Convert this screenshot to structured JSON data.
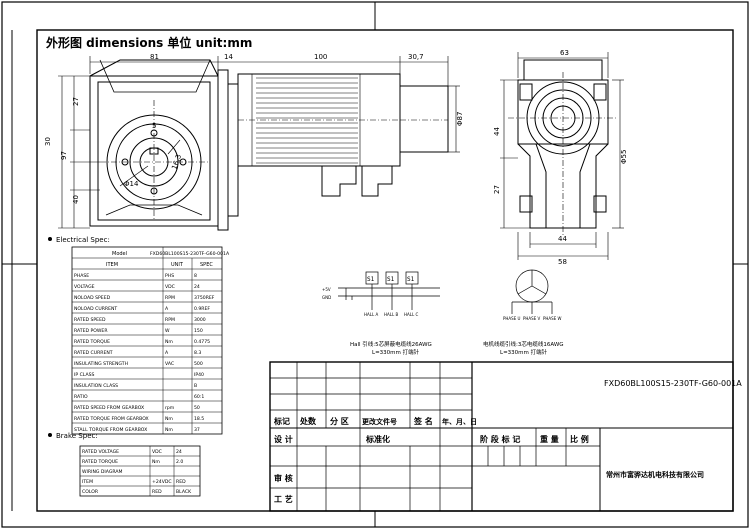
{
  "title": "外形图 dimensions  单位 unit:mm",
  "dims": {
    "side_width": "81",
    "side_14": "14",
    "motor_len": "100",
    "connector": "30,7",
    "front_width": "63",
    "h27": "27",
    "h30": "30",
    "h97": "97",
    "h40": "40",
    "bolt_d": "Φ14",
    "key_h": "16,3",
    "key_w": "5",
    "motor_d": "Φ87",
    "f44": "44",
    "f27": "27",
    "f55": "Φ55",
    "bottom44": "44",
    "bottom58": "58"
  },
  "electrical": {
    "heading": "Electrical Spec:",
    "model_label": "Model",
    "model_value": "FXD60BL100S15-230TF-G60-001A",
    "headers": [
      "ITEM",
      "UNIT",
      "SPEC"
    ],
    "rows": [
      [
        "PHASE",
        "PHS",
        "8"
      ],
      [
        "VOLTAGE",
        "VDC",
        "24"
      ],
      [
        "NOLOAD SPEED",
        "RPM",
        "3750REF"
      ],
      [
        "NOLOAD CURRENT",
        "A",
        "0.9REF"
      ],
      [
        "RATED SPEED",
        "RPM",
        "3000"
      ],
      [
        "RATED POWER",
        "W",
        "150"
      ],
      [
        "RATED TORQUE",
        "Nm",
        "0.4775"
      ],
      [
        "RATED CURRENT",
        "A",
        "8.3"
      ],
      [
        "INSULATING STRENGTH",
        "VAC",
        "500"
      ],
      [
        "IP CLASS",
        "",
        "IP40"
      ],
      [
        "INSULATION CLASS",
        "",
        "B"
      ],
      [
        "RATIO",
        "",
        "60:1"
      ],
      [
        "RATED SPEED FROM GEARBOX",
        "rpm",
        "50"
      ],
      [
        "RATED TORQUE FROM GEARBOX",
        "Nm",
        "18.5"
      ],
      [
        "STALL TORQUE FROM GEARBOX",
        "Nm",
        "37"
      ]
    ]
  },
  "brake": {
    "heading": "Brake Spec:",
    "rows": [
      [
        "RATED VOLTAGE",
        "VDC",
        "24"
      ],
      [
        "RATED TORQUE",
        "Nm",
        "2.0"
      ],
      [
        "WIRING DIAGRAM",
        "",
        ""
      ],
      [
        "ITEM",
        "+24VDC",
        "RED"
      ],
      [
        "COLOR",
        "RED",
        "BLACK"
      ]
    ]
  },
  "wiring": {
    "s1": "S1",
    "hall_label": "Hall 引线:5芯屏蔽电缆线26AWG",
    "hall_len": "L=330mm  打端针",
    "motor_label": "电机线缆引线:3芯电缆线16AWG",
    "motor_len": "L=330mm  打端针",
    "hall_pins": [
      "+5V",
      "GND",
      "HALL A",
      "HALL B",
      "HALL C"
    ],
    "phase_pins": [
      "PHASE U",
      "PHASE V",
      "PHASE W"
    ]
  },
  "title_block": {
    "drawing_no": "FXD60BL100S15-230TF-G60-001A",
    "rev_headers": [
      "标记",
      "处数",
      "分 区",
      "更改文件号",
      "签 名",
      "年、月、日"
    ],
    "design": "设 计",
    "standard": "标准化",
    "stage": "阶 段 标 记",
    "weight": "重 量",
    "scale": "比 例",
    "review": "审 核",
    "process": "工 艺",
    "company": "常州市富骅达机电科技有限公司"
  }
}
